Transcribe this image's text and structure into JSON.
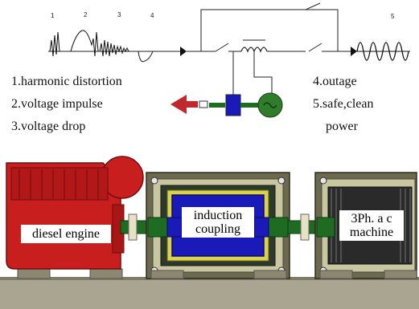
{
  "top_diagram": {
    "waveform_numbers": [
      "1",
      "2",
      "3",
      "4",
      "5"
    ],
    "legend_left": [
      "1.harmonic distortion",
      "2.voltage impulse",
      "3.voltage drop"
    ],
    "legend_right": [
      "4.outage",
      "5.safe,clean",
      "power"
    ]
  },
  "machine_row": {
    "diesel_label": "diesel engine",
    "coupling_label_1": "induction",
    "coupling_label_2": "coupling",
    "ac_label_1": "3Ph. a c",
    "ac_label_2": "machine"
  },
  "colors": {
    "diesel_red": "#cc1f1f",
    "shaft_green": "#1e6b22",
    "coupling_blue": "#1a1ab8",
    "arrow_red": "#c0282d"
  }
}
